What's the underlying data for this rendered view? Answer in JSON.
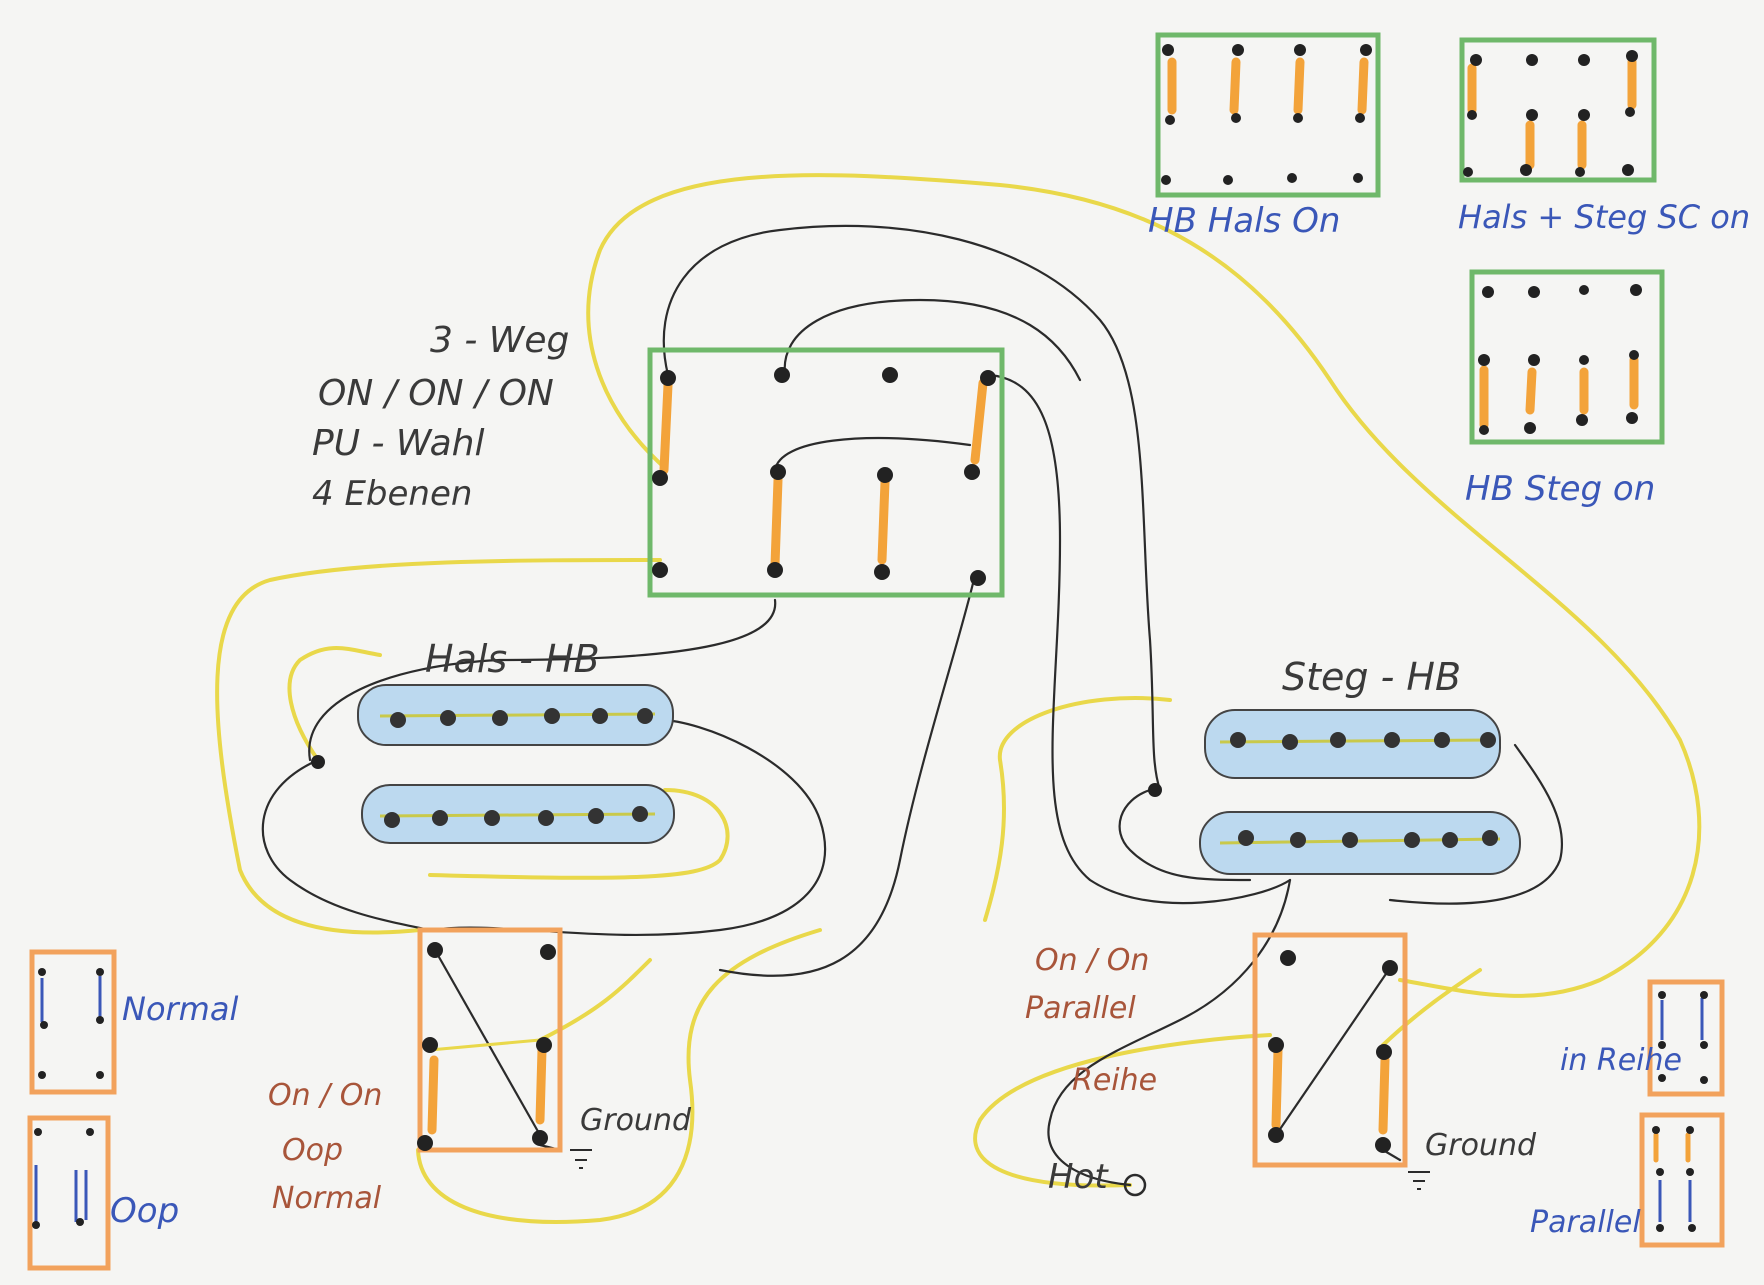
{
  "switch3way": {
    "title_line1": "3 - Weg",
    "title_line2": "ON / ON / ON",
    "title_line3": "PU - Wahl",
    "title_line4": "4 Ebenen"
  },
  "pickups": {
    "neck_label": "Hals - HB",
    "bridge_label": "Steg - HB"
  },
  "position_legends": {
    "hb_neck_on": "HB Hals On",
    "neck_bridge_sc_on": "Hals + Steg SC on",
    "hb_bridge_on": "HB Steg on"
  },
  "left_minitoggle": {
    "label_line1": "On / On",
    "label_line2": "Oop",
    "label_line3": "Normal",
    "ground": "Ground",
    "legend_normal": "Normal",
    "legend_oop": "Oop"
  },
  "right_minitoggle": {
    "label_line1": "On / On",
    "label_line2": "Parallel",
    "label_line3": "Reihe",
    "ground": "Ground",
    "hot": "Hot",
    "legend_series": "in Reihe",
    "legend_parallel": "Parallel"
  },
  "colors": {
    "wire_yellow": "#e9d84a",
    "wire_black": "#2b2b2b",
    "switch_green": "#6fb86a",
    "toggle_orange": "#f2a25c",
    "pickup_blue": "#bcd9ef",
    "text_blue": "#3a57b8"
  }
}
